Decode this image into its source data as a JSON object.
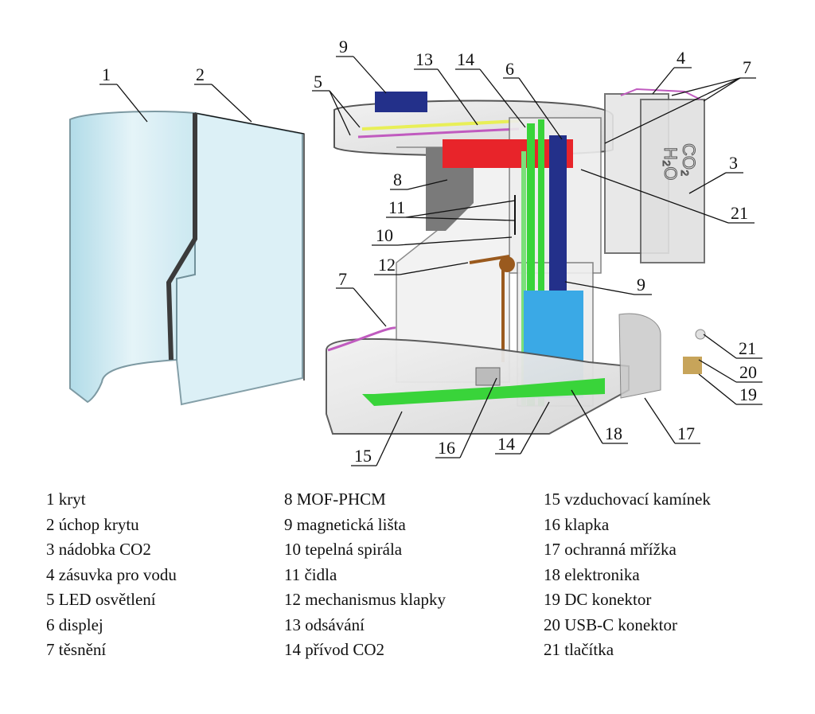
{
  "colors": {
    "shell_fill": "#cfe8f0",
    "shell_edge": "#555555",
    "frame_gray": "#d9d9d9",
    "green": "#39d43a",
    "blue_bar": "#23308a",
    "red_bar": "#e8242a",
    "cyan_block": "#3aa9e6",
    "brown": "#9a5a1e",
    "pink_seal": "#c05bbf",
    "yellow_led": "#e8ef57",
    "dark_block": "#707070"
  },
  "callouts": [
    "1",
    "2",
    "3",
    "4",
    "5",
    "6",
    "7",
    "7",
    "8",
    "9",
    "9",
    "10",
    "11",
    "12",
    "13",
    "14",
    "14",
    "15",
    "16",
    "17",
    "18",
    "19",
    "20",
    "21",
    "21"
  ],
  "box_texts": {
    "h2o": "H₂O",
    "co2": "CO₂"
  },
  "legend": {
    "col1": [
      "1 kryt",
      "2 úchop krytu",
      "3 nádobka CO2",
      "4 zásuvka pro vodu",
      "5 LED osvětlení",
      "6 displej",
      "7 těsnění"
    ],
    "col2": [
      "8 MOF-PHCM",
      "9 magnetická lišta",
      "10 tepelná spirála",
      "11 čidla",
      "12 mechanismus klapky",
      "13 odsávání",
      "14 přívod CO2"
    ],
    "col3": [
      "15 vzduchovací kamínek",
      "16 klapka",
      "17 ochranná mřížka",
      "18 elektronika",
      "19 DC konektor",
      "20 USB-C konektor",
      "21 tlačítka"
    ]
  }
}
